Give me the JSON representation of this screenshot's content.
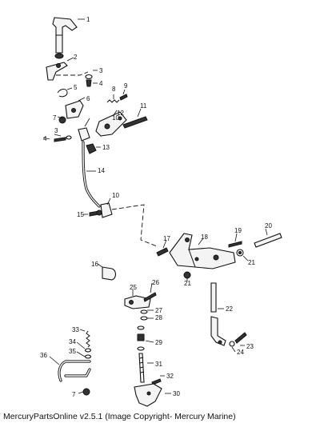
{
  "footer_text": "MercuryPartsOnline v2.5.1 (Image Copyright- Mercury Marine)",
  "callouts": [
    "1",
    "2",
    "3",
    "4",
    "5",
    "6",
    "7",
    "8",
    "9",
    "10",
    "11",
    "12",
    "3",
    "4",
    "13",
    "14",
    "10",
    "15",
    "16",
    "17",
    "18",
    "19",
    "20",
    "21",
    "21",
    "22",
    "23",
    "24",
    "25",
    "26",
    "27",
    "28",
    "29",
    "31",
    "32",
    "30",
    "33",
    "34",
    "35",
    "36",
    "7"
  ]
}
